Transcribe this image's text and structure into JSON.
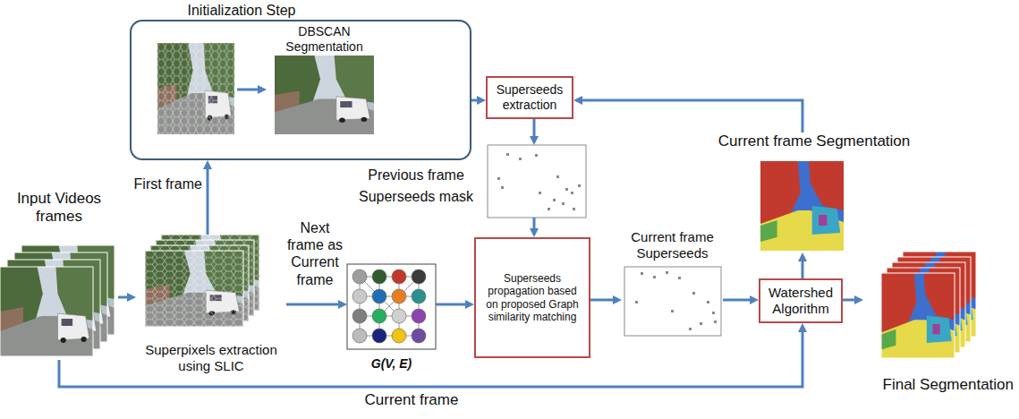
{
  "diagram": {
    "nodes": [
      {
        "text": [
          "Initialization Step"
        ]
      },
      {
        "text": [
          "DBSCAN Segmentation"
        ],
        "in": 0
      },
      {
        "text": [
          "Superseeds extraction"
        ]
      },
      {
        "text": [
          "Previous frame Superseeds mask"
        ]
      },
      {
        "text": [
          "Input Videos frames"
        ]
      },
      {
        "text": [
          "Superpixels extraction using SLIC"
        ]
      },
      {
        "text": [
          "G(V, E)"
        ]
      },
      {
        "text": [
          "Superseeds propagation based on proposed Graph similarity matching"
        ]
      },
      {
        "text": [
          "Current frame Superseeds"
        ]
      },
      {
        "text": [
          "Current frame Segmentation"
        ]
      },
      {
        "text": [
          "Watershed Algorithm"
        ]
      },
      {
        "text": [
          "Final Segmentation"
        ]
      }
    ],
    "edges": [
      {
        "from": 0,
        "to": 2,
        "arrow": "to"
      },
      {
        "from": 2,
        "to": 3,
        "arrow": "to"
      },
      {
        "from": 3,
        "to": 7,
        "arrow": "to"
      },
      {
        "from": 4,
        "to": 5,
        "arrow": "to"
      },
      {
        "from": 5,
        "to": 0,
        "label": "First frame",
        "arrow": "to"
      },
      {
        "from": 5,
        "to": 6,
        "label": "Next frame as Current frame",
        "arrow": "to"
      },
      {
        "from": 6,
        "to": 7,
        "arrow": "to"
      },
      {
        "from": 7,
        "to": 8,
        "arrow": "to"
      },
      {
        "from": 8,
        "to": 10,
        "arrow": "to"
      },
      {
        "from": 10,
        "to": 9,
        "arrow": "to"
      },
      {
        "from": 9,
        "to": 2,
        "arrow": "to"
      },
      {
        "from": 10,
        "to": 11,
        "arrow": "to"
      },
      {
        "from": 4,
        "to": 10,
        "label": "Current frame",
        "arrow": "to"
      }
    ]
  }
}
